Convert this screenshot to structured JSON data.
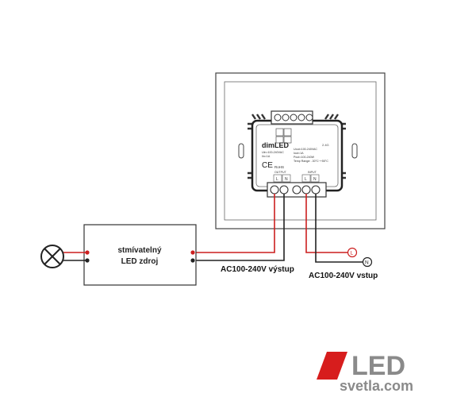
{
  "device": {
    "brand": "dimLED",
    "freq": "2.4G",
    "spec_left": [
      "Uin=100-240VAC",
      "Iin=1A"
    ],
    "spec_right": [
      "Uout=100-240VAC",
      "Iout=1A",
      "Pout=100-240W",
      "Temp Range: -30°C~+55°C"
    ],
    "ce_mark": "CE",
    "rohs": "RoHS",
    "output_label": "OUTPUT",
    "input_label": "INPUT",
    "output_terminals": [
      "L",
      "N"
    ],
    "input_terminals": [
      "L",
      "N"
    ]
  },
  "driver": {
    "label_line1": "stmívatelný",
    "label_line2": "LED zdroj"
  },
  "labels": {
    "output_voltage": "AC100-240V výstup",
    "input_voltage": "AC100-240V vstup",
    "terminal_l": "L",
    "terminal_n": "N"
  },
  "logo": {
    "text_top": "LED",
    "text_bottom": "svetla.com"
  },
  "colors": {
    "wire_red": "#cc1f1f",
    "wire_black": "#222222",
    "outline": "#333333",
    "logo_red": "#d71d1d",
    "logo_grey": "#8a8a8a"
  }
}
